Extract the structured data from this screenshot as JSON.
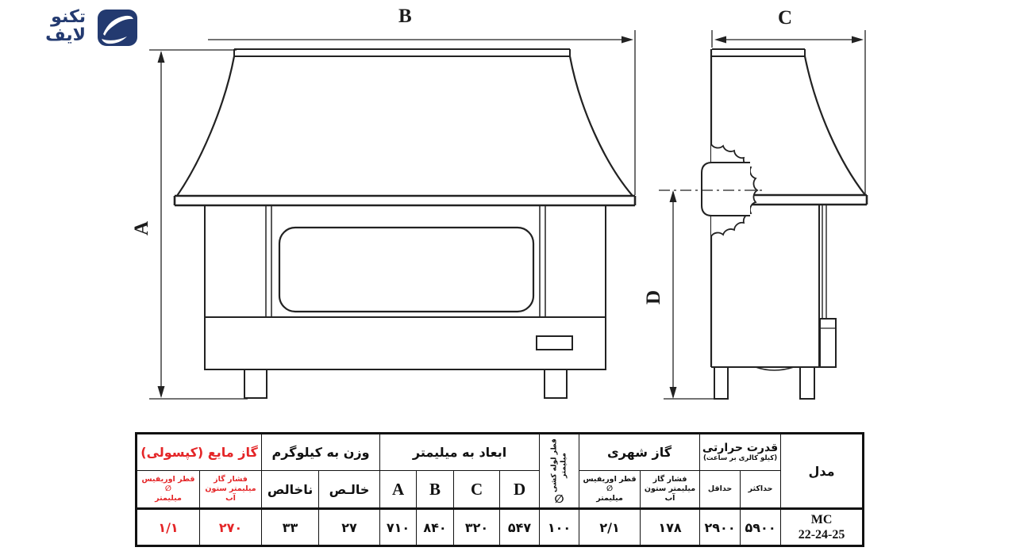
{
  "logo": {
    "line1": "تکنو",
    "line2": "لایف",
    "brand_color": "#233a70"
  },
  "drawing": {
    "labels": {
      "width": "B",
      "height": "A",
      "depth": "C",
      "flue_height": "D"
    },
    "line_color": "#222222"
  },
  "table": {
    "accent_red": "#e42527",
    "lpg": {
      "title": "گاز مایع (کپسولی)",
      "orifice_header_1": "قطر اوریفیس ∅",
      "orifice_header_2": "میلیمتر",
      "pressure_header_1": "فشار گاز",
      "pressure_header_2": "میلیمتر ستون آب",
      "orifice_value": "۱/۱",
      "pressure_value": "۲۷۰"
    },
    "weight": {
      "title": "وزن به کیلوگرم",
      "gross_header": "ناخالص",
      "net_header": "خالـص",
      "gross_value": "۳۳",
      "net_value": "۲۷"
    },
    "dims": {
      "title": "ابعاد به میلیمتر",
      "a_header": "A",
      "b_header": "B",
      "c_header": "C",
      "d_header": "D",
      "a_value": "۷۱۰",
      "b_value": "۸۴۰",
      "c_value": "۳۲۰",
      "d_value": "۵۴۷"
    },
    "pipe": {
      "header_1": "قطر لوله کشی",
      "header_2": "میلیمتر",
      "symbol": "∅",
      "value": "۱۰۰"
    },
    "city": {
      "title": "گاز شهری",
      "orifice_header_1": "قطر اوریفیس ∅",
      "orifice_header_2": "میلیمتر",
      "pressure_header_1": "فشار گاز",
      "pressure_header_2": "میلیمتر ستون آب",
      "orifice_value": "۲/۱",
      "pressure_value": "۱۷۸"
    },
    "power": {
      "title": "قدرت حرارتی",
      "subtitle": "(کیلو کالری بر ساعت)",
      "min_header": "حداقل",
      "max_header": "حداکثر",
      "min_value": "۲۹۰۰",
      "max_value": "۵۹۰۰"
    },
    "model": {
      "title": "مدل",
      "value_line1": "MC",
      "value_line2": "22-24-25"
    }
  }
}
